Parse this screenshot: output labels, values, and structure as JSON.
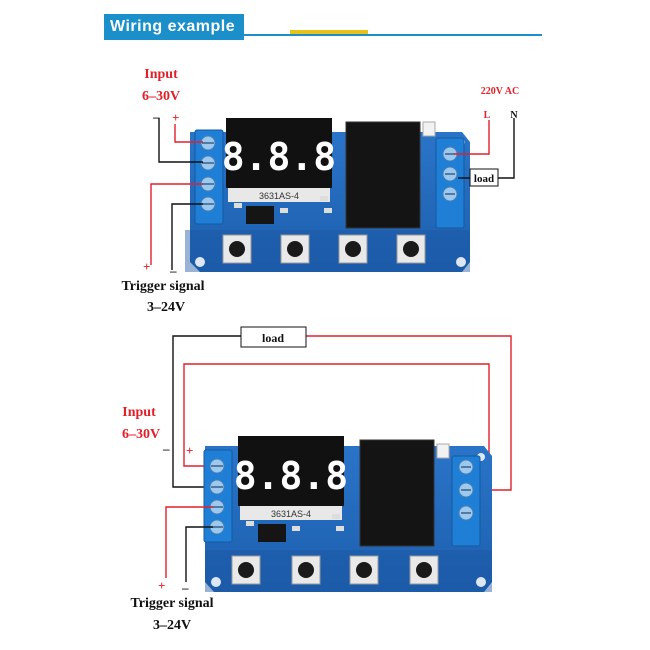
{
  "header": {
    "title": "Wiring example"
  },
  "diagram1": {
    "input_label": "Input",
    "input_voltage": "6–30V",
    "minus": "–",
    "plus": "+",
    "ac_label": "220V AC",
    "line_L": "L",
    "line_N": "N",
    "load_label": "load",
    "display_digits": "8.8.8",
    "display_part": "3631AS-4",
    "trigger_plus": "+",
    "trigger_minus": "–",
    "trigger_label": "Trigger signal",
    "trigger_voltage": "3–24V"
  },
  "diagram2": {
    "load_label": "load",
    "input_label": "Input",
    "input_voltage": "6–30V",
    "minus": "–",
    "plus": "+",
    "display_digits": "8.8.8",
    "display_part": "3631AS-4",
    "trigger_plus": "+",
    "trigger_minus": "–",
    "trigger_label": "Trigger signal",
    "trigger_voltage": "3–24V"
  }
}
